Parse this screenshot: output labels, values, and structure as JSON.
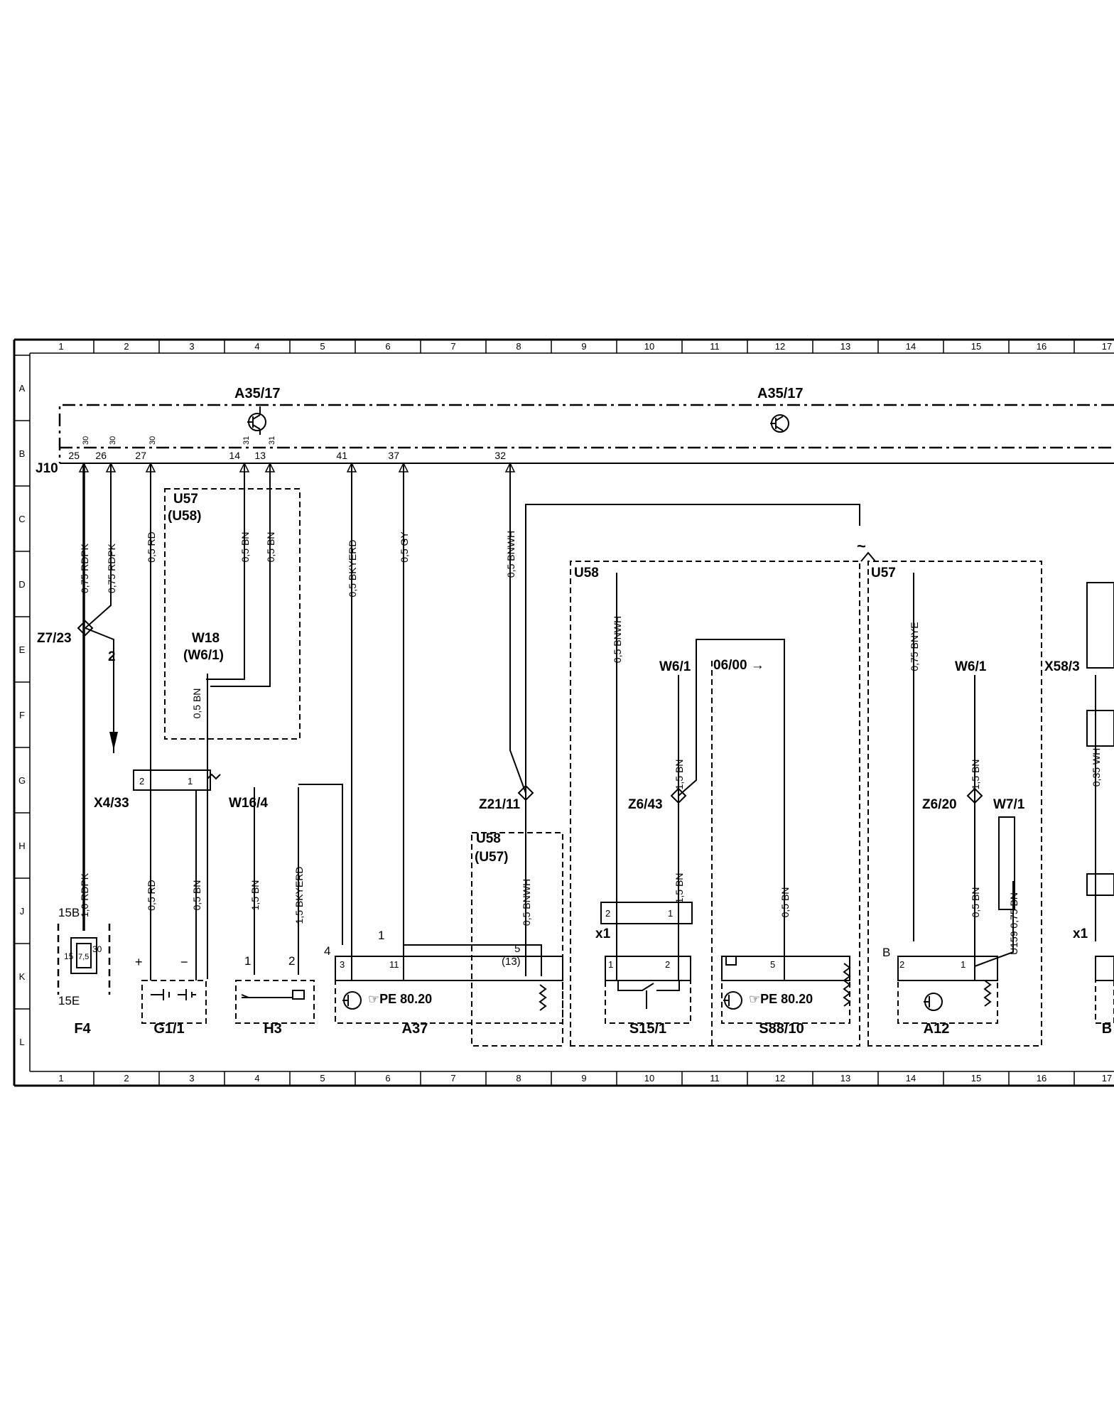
{
  "grid": {
    "columns": [
      "1",
      "2",
      "3",
      "4",
      "5",
      "6",
      "7",
      "8",
      "9",
      "10",
      "11",
      "12",
      "13",
      "14",
      "15",
      "16",
      "17"
    ],
    "rows": [
      "A",
      "B",
      "C",
      "D",
      "E",
      "F",
      "G",
      "H",
      "J",
      "K",
      "L"
    ]
  },
  "control_units": [
    {
      "id": "a35-1",
      "label": "A35/17"
    },
    {
      "id": "a35-2",
      "label": "A35/17"
    }
  ],
  "connector": {
    "label": "J10",
    "top_pins": [
      "30",
      "30",
      "30",
      "31",
      "31"
    ],
    "pins": [
      "25",
      "26",
      "27",
      "14",
      "13",
      "41",
      "37",
      "32"
    ]
  },
  "wires": [
    {
      "id": "w1",
      "text": "0,75 RDPK"
    },
    {
      "id": "w2",
      "text": "0,75 RDPK"
    },
    {
      "id": "w3",
      "text": "0,5 RD"
    },
    {
      "id": "w4",
      "text": "0,5 BN"
    },
    {
      "id": "w5",
      "text": "0,5 BN"
    },
    {
      "id": "w6",
      "text": "0,5 BKYERD"
    },
    {
      "id": "w7",
      "text": "0,5 GY"
    },
    {
      "id": "w8",
      "text": "0,5 BNWH"
    },
    {
      "id": "w9",
      "text": "0,5 BN"
    },
    {
      "id": "w10",
      "text": "1,0 RDPK"
    },
    {
      "id": "w11",
      "text": "0,5 RD"
    },
    {
      "id": "w12",
      "text": "0,5 BN"
    },
    {
      "id": "w13",
      "text": "1,5 BN"
    },
    {
      "id": "w14",
      "text": "1,5 BKYERD"
    },
    {
      "id": "w15",
      "text": "0,5 BNWH"
    },
    {
      "id": "w16",
      "text": "0,5 BNWH"
    },
    {
      "id": "w17",
      "text": "1,5 BN"
    },
    {
      "id": "w18",
      "text": "1,5 BN"
    },
    {
      "id": "w19",
      "text": "0,5 BN"
    },
    {
      "id": "w20",
      "text": "0,75 BNYE"
    },
    {
      "id": "w21",
      "text": "1,5 BN"
    },
    {
      "id": "w22",
      "text": "0,5 BN"
    },
    {
      "id": "w23",
      "text": "0,35 WH"
    },
    {
      "id": "w24",
      "text": "U159 0,75 BN"
    }
  ],
  "labels": {
    "u57_a": "U57",
    "u58_a": "(U58)",
    "u58_b": "U58",
    "u57_b": "(U57)",
    "u58_c": "U58",
    "u57_c": "U57",
    "w18": "W18",
    "w6_1a": "(W6/1)",
    "z7_23": "Z7/23",
    "arrow_2": "2",
    "x4_33": "X4/33",
    "w16_4": "W16/4",
    "z21_11": "Z21/11",
    "z6_43": "Z6/43",
    "z6_20": "Z6/20",
    "w6_1b": "W6/1",
    "w6_1c": "W6/1",
    "w7_1": "W7/1",
    "x58_3": "X58/3",
    "x1a": "x1",
    "x1b": "x1",
    "ref_06_00": "06/00 →",
    "fuse_15b": "15B",
    "fuse_15e": "15E",
    "fuse_15": "15",
    "fuse_30": "30",
    "fuse_75": "7,5",
    "plus": "+",
    "minus": "−",
    "pe1": "☞PE  80.20",
    "pe2": "☞PE  80.20",
    "pin_1": "1",
    "pin_2": "2",
    "pin_4": "4",
    "pin_3": "3",
    "pin_11": "11",
    "pin_1b": "1",
    "pin_5": "5",
    "pin_13": "(13)",
    "pin_g2": "2",
    "pin_g1": "1",
    "pin_j2": "2",
    "pin_j1": "1",
    "pin_k1": "1",
    "pin_k2": "2",
    "pin_s5": "5",
    "pin_b": "B",
    "pin_a2": "2",
    "pin_a1": "1",
    "tilde": "~"
  },
  "components": [
    {
      "id": "f4",
      "label": "F4"
    },
    {
      "id": "g1",
      "label": "G1/1"
    },
    {
      "id": "h3",
      "label": "H3"
    },
    {
      "id": "a37",
      "label": "A37"
    },
    {
      "id": "s15",
      "label": "S15/1"
    },
    {
      "id": "s88",
      "label": "S88/10"
    },
    {
      "id": "a12",
      "label": "A12"
    },
    {
      "id": "b",
      "label": "B"
    }
  ]
}
